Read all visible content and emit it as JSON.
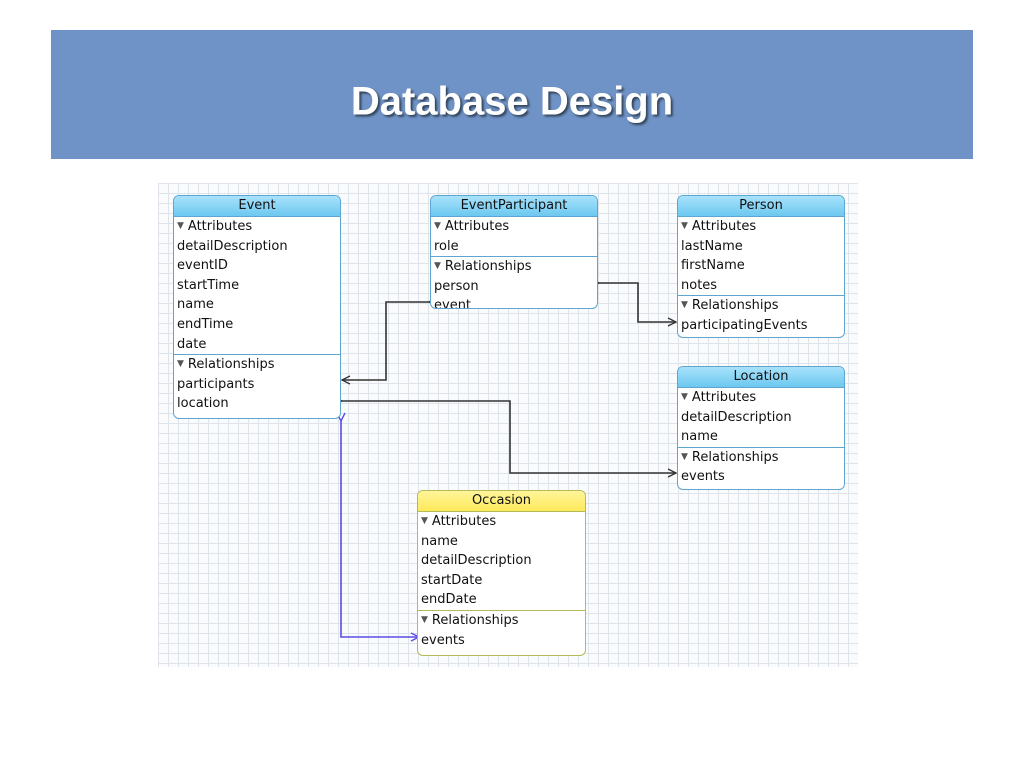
{
  "slide": {
    "title": "Database Design"
  },
  "diagram": {
    "colors": {
      "entity_header": "#6cc8f0",
      "occasion_header": "#fde95a",
      "connector": "#333333",
      "selected_connector": "#5b4ce8"
    },
    "entities": {
      "event": {
        "name": "Event",
        "attributes_label": "Attributes",
        "attributes": [
          "detailDescription",
          "eventID",
          "startTime",
          "name",
          "endTime",
          "date"
        ],
        "relationships_label": "Relationships",
        "relationships": [
          "participants",
          "location"
        ]
      },
      "event_participant": {
        "name": "EventParticipant",
        "attributes_label": "Attributes",
        "attributes": [
          "role"
        ],
        "relationships_label": "Relationships",
        "relationships": [
          "person",
          "event"
        ]
      },
      "person": {
        "name": "Person",
        "attributes_label": "Attributes",
        "attributes": [
          "lastName",
          "firstName",
          "notes"
        ],
        "relationships_label": "Relationships",
        "relationships": [
          "participatingEvents"
        ]
      },
      "location": {
        "name": "Location",
        "attributes_label": "Attributes",
        "attributes": [
          "detailDescription",
          "name"
        ],
        "relationships_label": "Relationships",
        "relationships": [
          "events"
        ]
      },
      "occasion": {
        "name": "Occasion",
        "attributes_label": "Attributes",
        "attributes": [
          "name",
          "detailDescription",
          "startDate",
          "endDate"
        ],
        "relationships_label": "Relationships",
        "relationships": [
          "events"
        ]
      }
    }
  }
}
